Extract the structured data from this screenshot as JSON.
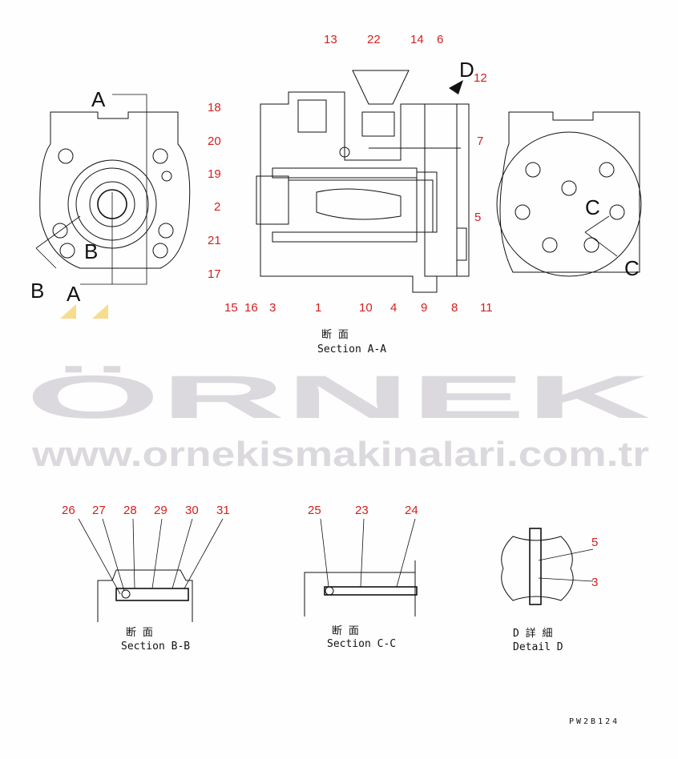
{
  "callouts": {
    "main": [
      "13",
      "22",
      "14",
      "6",
      "12",
      "18",
      "20",
      "7",
      "19",
      "2",
      "5",
      "21",
      "17",
      "15",
      "16",
      "3",
      "1",
      "10",
      "4",
      "9",
      "8",
      "11"
    ],
    "section_bb": [
      "26",
      "27",
      "28",
      "29",
      "30",
      "31"
    ],
    "section_cc": [
      "25",
      "23",
      "24"
    ],
    "detail_d": [
      "5",
      "3"
    ]
  },
  "section_letters": {
    "a_top": "A",
    "a_bottom": "A",
    "b_inner": "B",
    "b_outer": "B",
    "d": "D",
    "c_inner": "C",
    "c_outer": "C"
  },
  "captions": {
    "aa": {
      "jp": "断 面",
      "en": "Section A-A"
    },
    "bb": {
      "jp": "断 面",
      "en": "Section B-B"
    },
    "cc": {
      "jp": "断 面",
      "en": "Section C-C"
    },
    "d": {
      "jp": "D 詳 細",
      "en": "Detail D"
    }
  },
  "drawing_code": "PW2B124",
  "watermark": {
    "brand": "ÖRNEK",
    "url": "www.ornekismakinalari.com.tr",
    "accent": "#f7dc8e",
    "gray": "#d9d6dc"
  }
}
